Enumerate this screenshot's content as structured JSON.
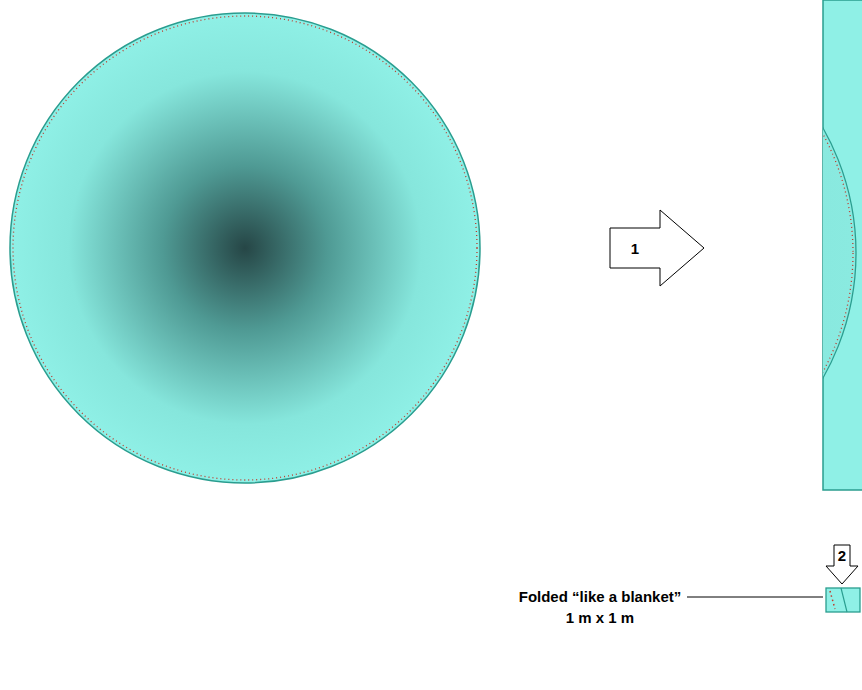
{
  "diagram": {
    "nodes": [
      {
        "text": [
          "1"
        ]
      },
      {
        "text": [
          "2"
        ]
      }
    ],
    "labels": [
      "Folded “like a blanket”",
      "1 m x 1 m"
    ]
  }
}
